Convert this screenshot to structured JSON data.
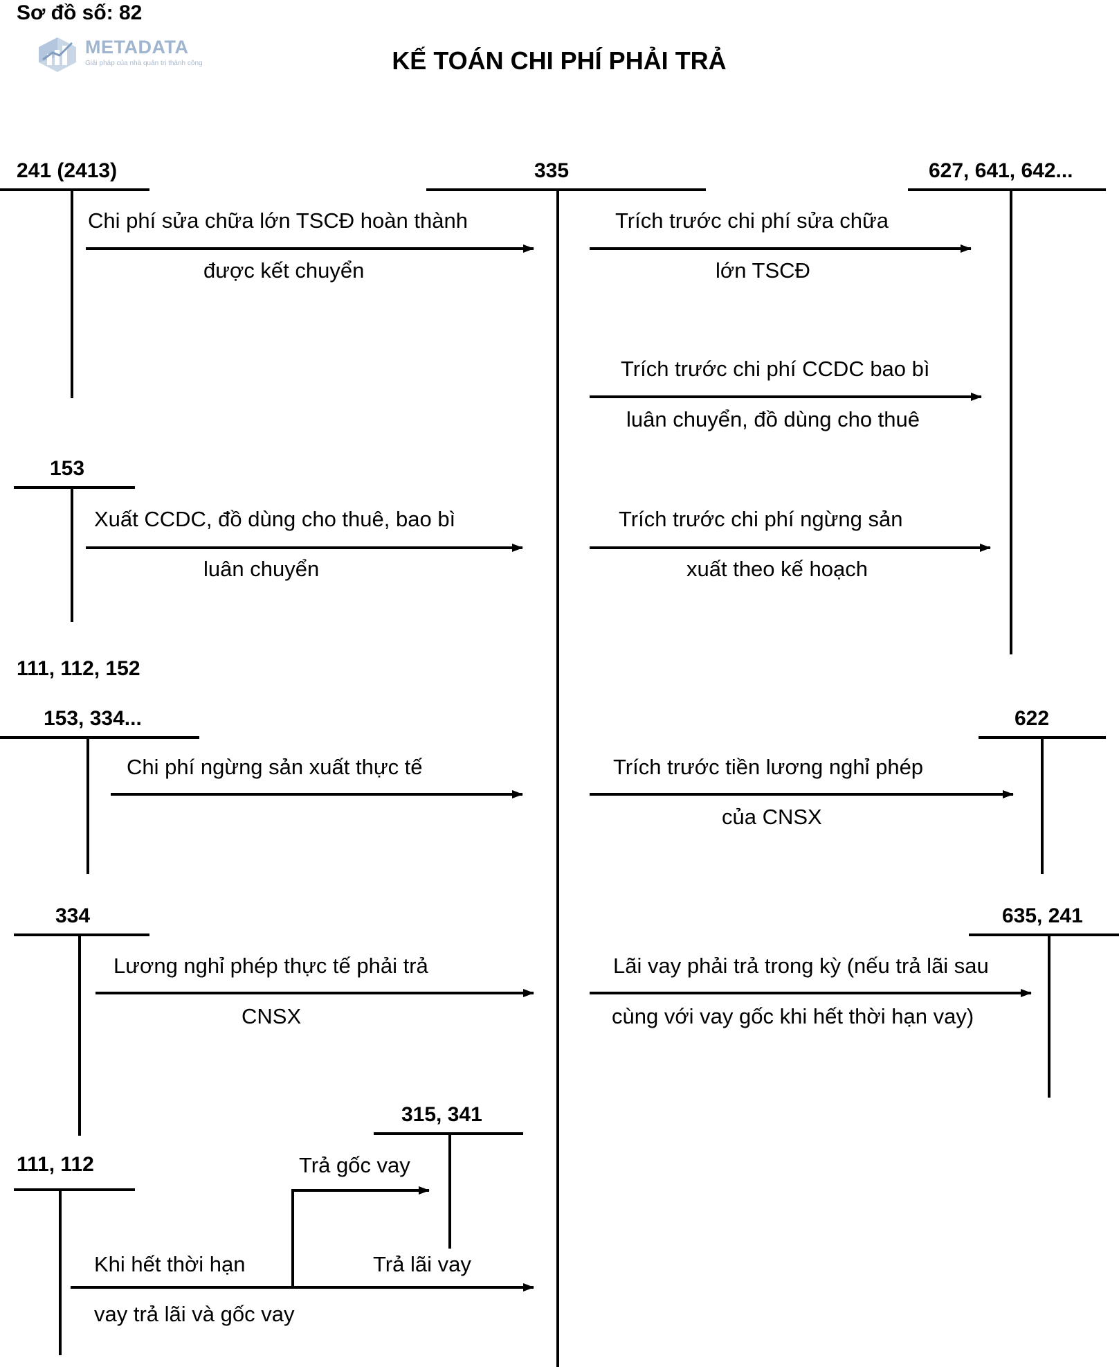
{
  "diagram": {
    "number_label": "Sơ đồ số: 82",
    "title": "KẾ TOÁN CHI PHÍ PHẢI TRẢ",
    "logo": {
      "name": "METADATA",
      "tagline": "Giải pháp của nhà quản trị thành công",
      "icon": "building-chart-logo-icon"
    },
    "accounts": {
      "a241": "241 (2413)",
      "a335": "335",
      "a627": "627, 641, 642...",
      "a153": "153",
      "a111_112_152": "111, 112, 152",
      "a153_334": "153, 334...",
      "a622": "622",
      "a334": "334",
      "a635": "635, 241",
      "a315": "315, 341",
      "a111_112": "111, 112"
    },
    "entries": {
      "e1_line1": "Chi phí sửa chữa lớn TSCĐ hoàn thành",
      "e1_line2": "được kết chuyển",
      "e2_line1": "Trích trước chi phí sửa chữa",
      "e2_line2": "lớn TSCĐ",
      "e3_line1": "Trích trước chi phí CCDC bao bì",
      "e3_line2": "luân chuyển, đồ dùng cho thuê",
      "e4_line1": "Xuất CCDC, đồ dùng cho thuê, bao bì",
      "e4_line2": "luân chuyển",
      "e5_line1": "Trích trước chi phí ngừng sản",
      "e5_line2": "xuất theo kế hoạch",
      "e6_line1": "Chi phí ngừng sản xuất thực tế",
      "e7_line1": "Trích trước tiền lương nghỉ phép",
      "e7_line2": "của CNSX",
      "e8_line1": "Lương nghỉ phép thực tế phải trả",
      "e8_line2": "CNSX",
      "e9_line1": "Lãi vay phải trả trong kỳ (nếu trả lãi sau",
      "e9_line2": "cùng với vay gốc khi hết thời hạn vay)",
      "e10_label": "Trả gốc vay",
      "e11_label": "Trả lãi vay",
      "e12_line1": "Khi hết thời hạn",
      "e12_line2": "vay trả lãi và gốc vay"
    }
  }
}
